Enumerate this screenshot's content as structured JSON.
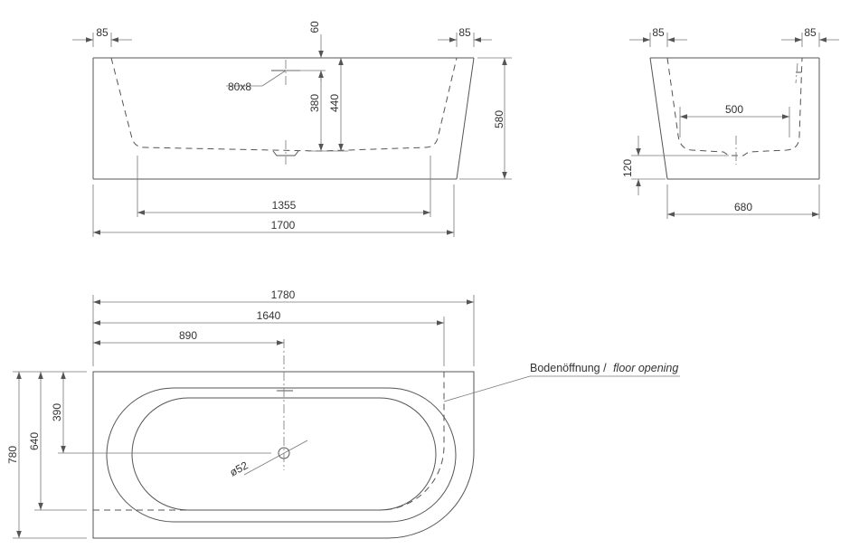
{
  "front_view": {
    "dims": {
      "overhang_left": "85",
      "overhang_right": "85",
      "rim_top": "60",
      "overflow": "80x8",
      "depth_inner": "380",
      "depth_total": "440",
      "height": "580",
      "bottom_length": "1355",
      "length": "1700"
    }
  },
  "side_view": {
    "dims": {
      "overhang_left": "85",
      "overhang_right": "85",
      "inner_width": "500",
      "floor_height": "120",
      "width": "680"
    }
  },
  "plan_view": {
    "dims": {
      "total_length": "1780",
      "straight_length": "1640",
      "drain_offset_x": "890",
      "drain_offset_y": "390",
      "straight_width": "640",
      "total_width": "780",
      "drain_diameter": "ø52"
    },
    "floor_opening_label_de": "Bodenöffnung /",
    "floor_opening_label_en": "floor opening"
  },
  "colors": {
    "line": "#555555",
    "text": "#333333",
    "background": "#ffffff"
  }
}
